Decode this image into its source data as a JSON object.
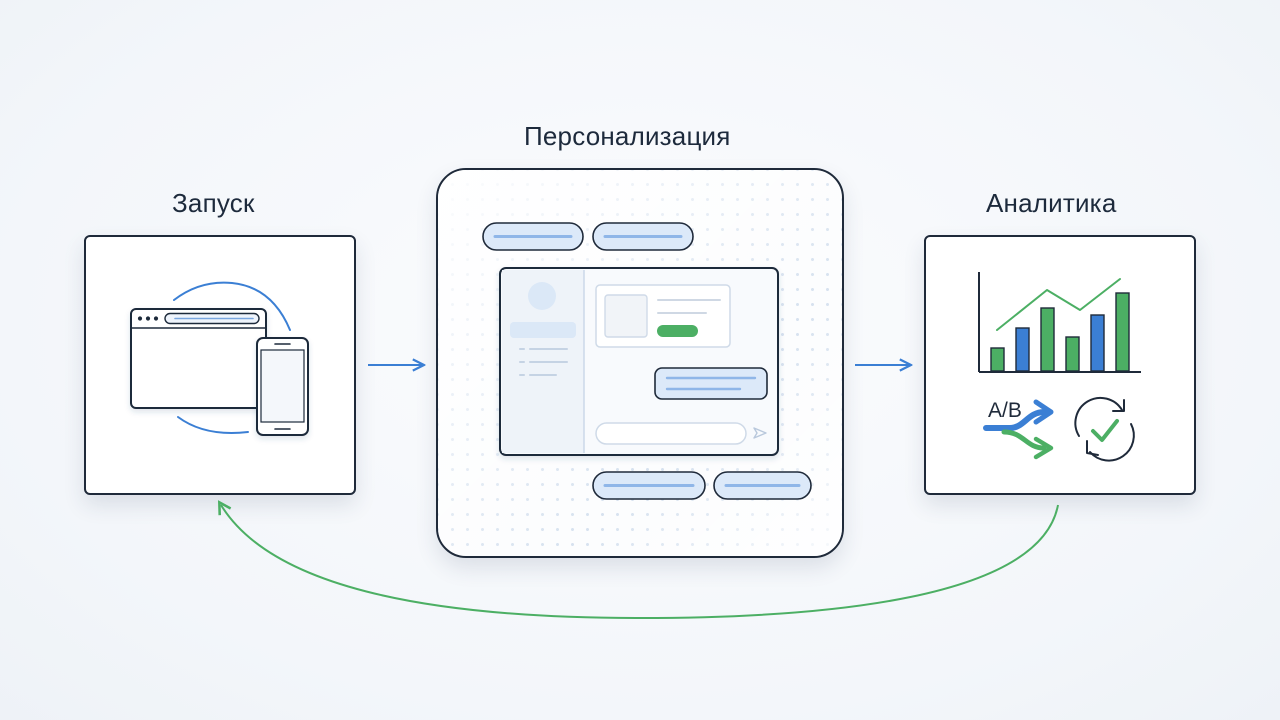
{
  "stages": {
    "launch": {
      "title": "Запуск"
    },
    "personalization": {
      "title": "Персонализация"
    },
    "analytics": {
      "title": "Аналитика",
      "ab_label": "A/B"
    }
  },
  "colors": {
    "outline": "#1f2a3a",
    "accent_blue": "#3b7fd4",
    "accent_green": "#4caf64",
    "pill_fill": "#dce9f9",
    "pill_line": "#8fb6e8"
  },
  "icons": {
    "launch": [
      "browser-window-icon",
      "smartphone-icon",
      "sync-arc-icon"
    ],
    "personalization": [
      "chat-interface-icon",
      "avatar-icon",
      "send-icon"
    ],
    "analytics": [
      "bar-chart-icon",
      "trend-line-icon",
      "split-arrow-icon",
      "refresh-check-icon"
    ]
  }
}
